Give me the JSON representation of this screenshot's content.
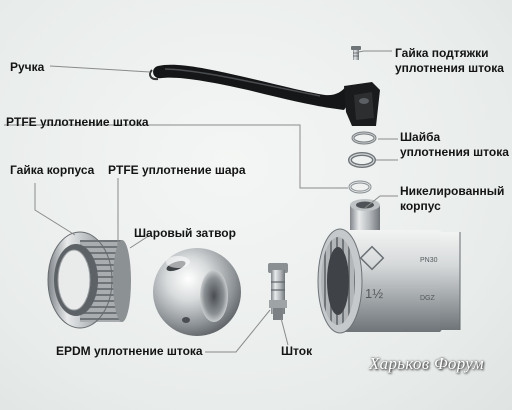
{
  "labels": {
    "handle": "Ручка",
    "stem_nut_line1": "Гайка подтяжки",
    "stem_nut_line2": "уплотнения штока",
    "ptfe_stem_seal": "PTFE уплотнение штока",
    "stem_washer_line1": "Шайба",
    "stem_washer_line2": "уплотнения штока",
    "body_nut": "Гайка корпуса",
    "ptfe_ball_seal": "PTFE уплотнение шара",
    "nickel_body_line1": "Никелированный",
    "nickel_body_line2": "корпус",
    "ball": "Шаровый затвор",
    "epdm_stem_seal": "EPDM уплотнение штока",
    "stem": "Шток"
  },
  "body_markings": {
    "size": "1½",
    "pressure": "PN30",
    "brand": "DGZ"
  },
  "watermark": "Харьков Форум",
  "colors": {
    "metal_light": "#e6e8e8",
    "metal_dark": "#7a7f82",
    "handle": "#121314",
    "leader": "#8a8a8a"
  }
}
